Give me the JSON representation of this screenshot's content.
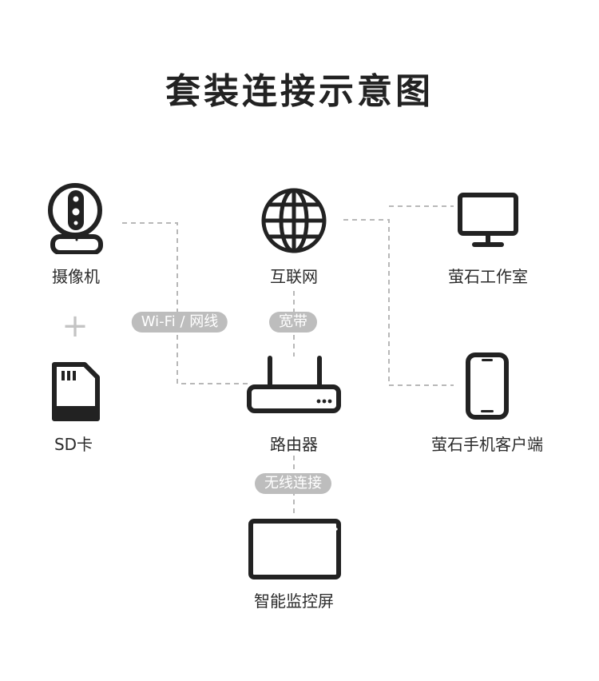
{
  "title": "套装连接示意图",
  "devices": {
    "camera": "摄像机",
    "sd_card": "SD卡",
    "internet": "互联网",
    "router": "路由器",
    "ezviz_studio": "萤石工作室",
    "ezviz_mobile": "萤石手机客户端",
    "monitor_screen": "智能监控屏"
  },
  "connections": {
    "wifi_cable": "Wi-Fi / 网线",
    "broadband": "宽带",
    "wireless": "无线连接"
  },
  "plus_sign": "+"
}
